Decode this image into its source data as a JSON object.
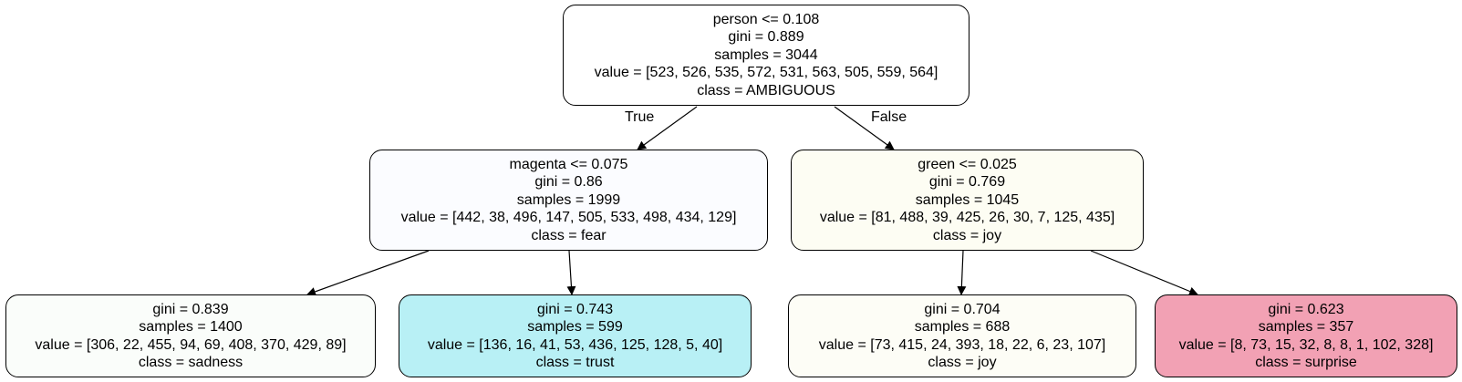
{
  "tree": {
    "root": {
      "split": "person <= 0.108",
      "gini": "gini = 0.889",
      "samples": "samples = 3044",
      "value": "value = [523, 526, 535, 572, 531, 563, 505, 559, 564]",
      "class": "class = AMBIGUOUS",
      "fill": "#ffffff"
    },
    "left": {
      "split": "magenta <= 0.075",
      "gini": "gini = 0.86",
      "samples": "samples = 1999",
      "value": "value = [442, 38, 496, 147, 505, 533, 498, 434, 129]",
      "class": "class = fear",
      "fill": "#fbfcff"
    },
    "right": {
      "split": "green <= 0.025",
      "gini": "gini = 0.769",
      "samples": "samples = 1045",
      "value": "value = [81, 488, 39, 425, 26, 30, 7, 125, 435]",
      "class": "class = joy",
      "fill": "#fdfdf3"
    },
    "left_left": {
      "gini": "gini = 0.839",
      "samples": "samples = 1400",
      "value": "value = [306, 22, 455, 94, 69, 408, 370, 429, 89]",
      "class": "class = sadness",
      "fill": "#fafdfa"
    },
    "left_right": {
      "gini": "gini = 0.743",
      "samples": "samples = 599",
      "value": "value = [136, 16, 41, 53, 436, 125, 128, 5, 40]",
      "class": "class = trust",
      "fill": "#b8f0f5"
    },
    "right_left": {
      "gini": "gini = 0.704",
      "samples": "samples = 688",
      "value": "value = [73, 415, 24, 393, 18, 22, 6, 23, 107]",
      "class": "class = joy",
      "fill": "#fdfdf6"
    },
    "right_right": {
      "gini": "gini = 0.623",
      "samples": "samples = 357",
      "value": "value = [8, 73, 15, 32, 8, 8, 1, 102, 328]",
      "class": "class = surprise",
      "fill": "#f2a1b4"
    }
  },
  "edge_labels": {
    "true_label": "True",
    "false_label": "False"
  },
  "colors": {
    "border": "#000000",
    "edge": "#000000"
  }
}
